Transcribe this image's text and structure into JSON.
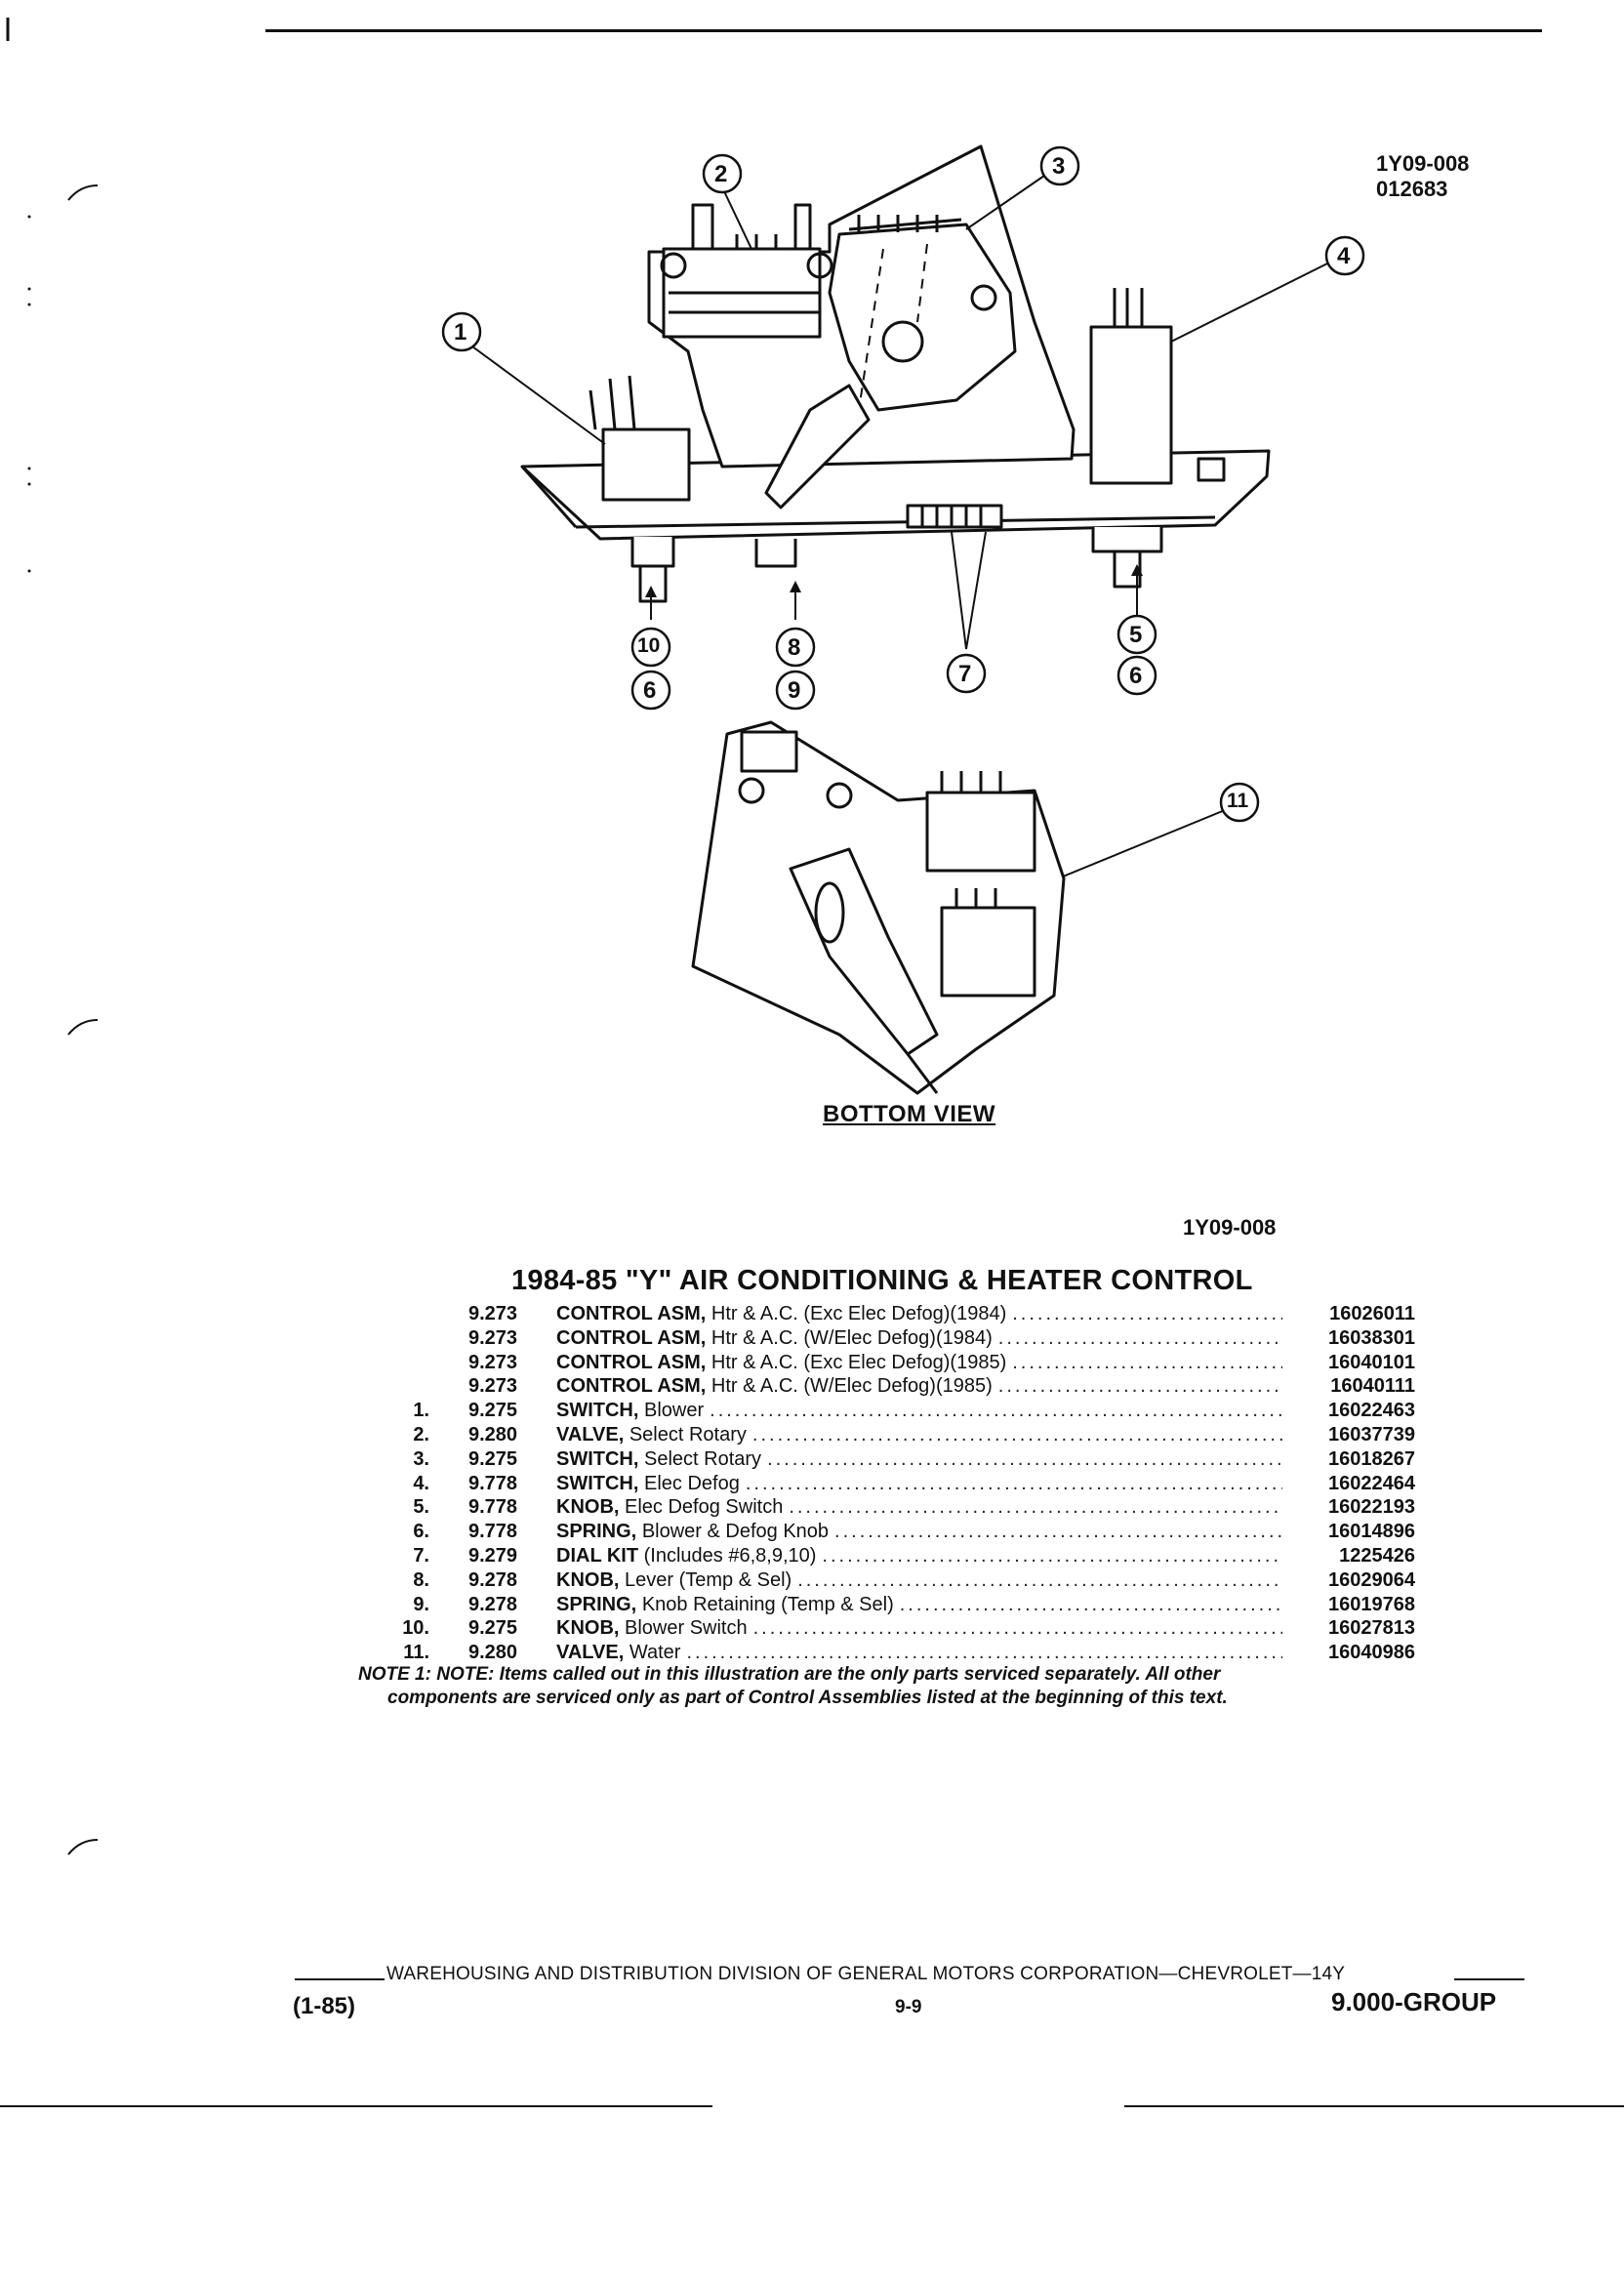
{
  "header": {
    "ref_code_1": "1Y09-008",
    "ref_code_2": "012683"
  },
  "figure": {
    "callouts_top": [
      "1",
      "2",
      "3",
      "4",
      "10",
      "6",
      "8",
      "9",
      "7",
      "5",
      "6"
    ],
    "callout_bottom": "11",
    "bottom_view_label": "BOTTOM VIEW",
    "figure_code": "1Y09-008"
  },
  "catalog": {
    "title": "1984-85 \"Y\" AIR CONDITIONING & HEATER CONTROL",
    "rows": [
      {
        "item": "",
        "code": "9.273",
        "name": "CONTROL ASM,",
        "desc": "Htr & A.C. (Exc Elec Defog)(1984)",
        "part": "16026011"
      },
      {
        "item": "",
        "code": "9.273",
        "name": "CONTROL ASM,",
        "desc": "Htr & A.C. (W/Elec Defog)(1984)",
        "part": "16038301"
      },
      {
        "item": "",
        "code": "9.273",
        "name": "CONTROL ASM,",
        "desc": "Htr & A.C. (Exc Elec Defog)(1985)",
        "part": "16040101"
      },
      {
        "item": "",
        "code": "9.273",
        "name": "CONTROL ASM,",
        "desc": "Htr & A.C. (W/Elec Defog)(1985)",
        "part": "16040111"
      },
      {
        "item": "1.",
        "code": "9.275",
        "name": "SWITCH,",
        "desc": "Blower",
        "part": "16022463"
      },
      {
        "item": "2.",
        "code": "9.280",
        "name": "VALVE,",
        "desc": "Select Rotary",
        "part": "16037739"
      },
      {
        "item": "3.",
        "code": "9.275",
        "name": "SWITCH,",
        "desc": "Select Rotary",
        "part": "16018267"
      },
      {
        "item": "4.",
        "code": "9.778",
        "name": "SWITCH,",
        "desc": "Elec Defog",
        "part": "16022464"
      },
      {
        "item": "5.",
        "code": "9.778",
        "name": "KNOB,",
        "desc": "Elec Defog Switch",
        "part": "16022193"
      },
      {
        "item": "6.",
        "code": "9.778",
        "name": "SPRING,",
        "desc": "Blower & Defog Knob",
        "part": "16014896"
      },
      {
        "item": "7.",
        "code": "9.279",
        "name": "DIAL KIT",
        "desc": "(Includes #6,8,9,10)",
        "part": "1225426"
      },
      {
        "item": "8.",
        "code": "9.278",
        "name": "KNOB,",
        "desc": "Lever (Temp & Sel)",
        "part": "16029064"
      },
      {
        "item": "9.",
        "code": "9.278",
        "name": "SPRING,",
        "desc": "Knob Retaining (Temp & Sel)",
        "part": "16019768"
      },
      {
        "item": "10.",
        "code": "9.275",
        "name": "KNOB,",
        "desc": "Blower Switch",
        "part": "16027813"
      },
      {
        "item": "11.",
        "code": "9.280",
        "name": "VALVE,",
        "desc": "Water",
        "part": "16040986"
      }
    ],
    "note_line_1": "NOTE 1: NOTE: Items called out in this illustration are the only parts serviced separately. All other",
    "note_line_2": "components are serviced only as part of Control Assemblies listed at the beginning of this text."
  },
  "footer": {
    "division": "WAREHOUSING AND DISTRIBUTION  DIVISION OF GENERAL MOTORS CORPORATION—CHEVROLET—14Y",
    "date": "(1-85)",
    "page": "9-9",
    "group": "9.000-GROUP"
  }
}
